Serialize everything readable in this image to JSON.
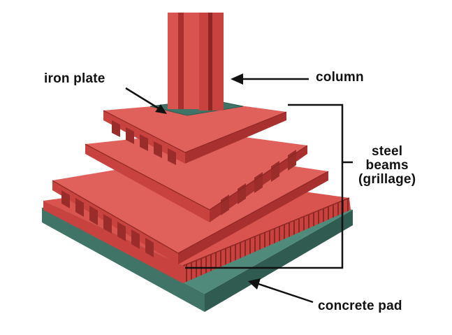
{
  "labels": {
    "iron_plate": "iron plate",
    "column": "column",
    "steel_beams": [
      "steel",
      "beams",
      "(grillage)"
    ],
    "concrete_pad": "concrete pad"
  },
  "colors": {
    "steel_top": "#e0605c",
    "steel_front": "#c8433f",
    "steel_side": "#a8312f",
    "steel_groove": "#8e2624",
    "concrete_top": "#4f8a7a",
    "concrete_front": "#3f7466",
    "concrete_side": "#2f5b50",
    "iron_plate": "#3f7466"
  }
}
